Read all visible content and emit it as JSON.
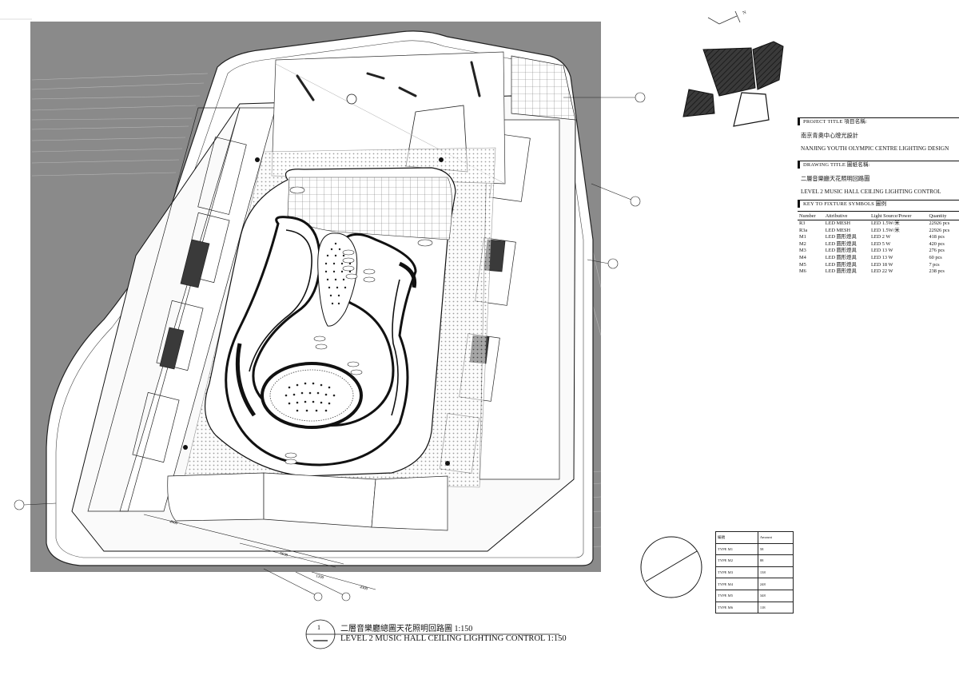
{
  "project": {
    "project_title_label": "PROJECT TITLE 項目名稱:",
    "project_name_cn": "南京青奥中心燈光設計",
    "project_name_en": "NANJING YOUTH OLYMPIC CENTRE LIGHTING DESIGN"
  },
  "drawing": {
    "drawing_title_label": "DRAWING TITLE 圖紙名稱:",
    "title_cn": "二層音樂廳天花照明回路圖",
    "title_en": "LEVEL 2 MUSIC HALL CEILING LIGHTING CONTROL"
  },
  "fixture_key": {
    "label": "KEY TO FIXTURE SYMBOLS 圖例",
    "headers": [
      "Number",
      "Attributive",
      "Light Source/Power",
      "Quantity"
    ],
    "rows": [
      [
        "R3",
        "LED  MESH",
        "LED 1.5W/米",
        "22926 pcs"
      ],
      [
        "R3a",
        "LED  MESH",
        "LED 1.5W/米",
        "22926 pcs"
      ],
      [
        "M1",
        "LED  圓形燈具",
        "LED 2 W",
        "418 pcs"
      ],
      [
        "M2",
        "LED  圓形燈具",
        "LED 5 W",
        "420 pcs"
      ],
      [
        "M3",
        "LED  圓形燈具",
        "LED 13 W",
        "276 pcs"
      ],
      [
        "M4",
        "LED  圓形燈具",
        "LED 13 W",
        "60 pcs"
      ],
      [
        "M5",
        "LED  圓形燈具",
        "LED 18 W",
        "7 pcs"
      ],
      [
        "M6",
        "LED  圓形燈具",
        "LED 22 W",
        "238 pcs"
      ]
    ]
  },
  "type_table": {
    "headers": [
      "編號",
      "Amount"
    ],
    "rows": [
      [
        "TYPE M1",
        "58"
      ],
      [
        "TYPE M2",
        "88"
      ],
      [
        "TYPE M3",
        "138"
      ],
      [
        "TYPE M4",
        "248"
      ],
      [
        "TYPE M5",
        "348"
      ],
      [
        "TYPE M6",
        "118"
      ]
    ]
  },
  "plan_title": {
    "number": "1",
    "title_cn": "二層音樂廳總圖天花照明回路圖  1:150",
    "title_en": "LEVEL 2 MUSIC HALL CEILING LIGHTING CONTROL 1:150"
  },
  "dimensions": [
    "4900",
    "5630",
    "4300",
    "1200"
  ],
  "colors": {
    "plan_background": "#8a8a8a",
    "line": "#111111",
    "hall_fill": "#ffffff"
  },
  "icons": [
    "north-arrow-icon",
    "key-plan-icon",
    "grid-reference-bubble-icon"
  ]
}
